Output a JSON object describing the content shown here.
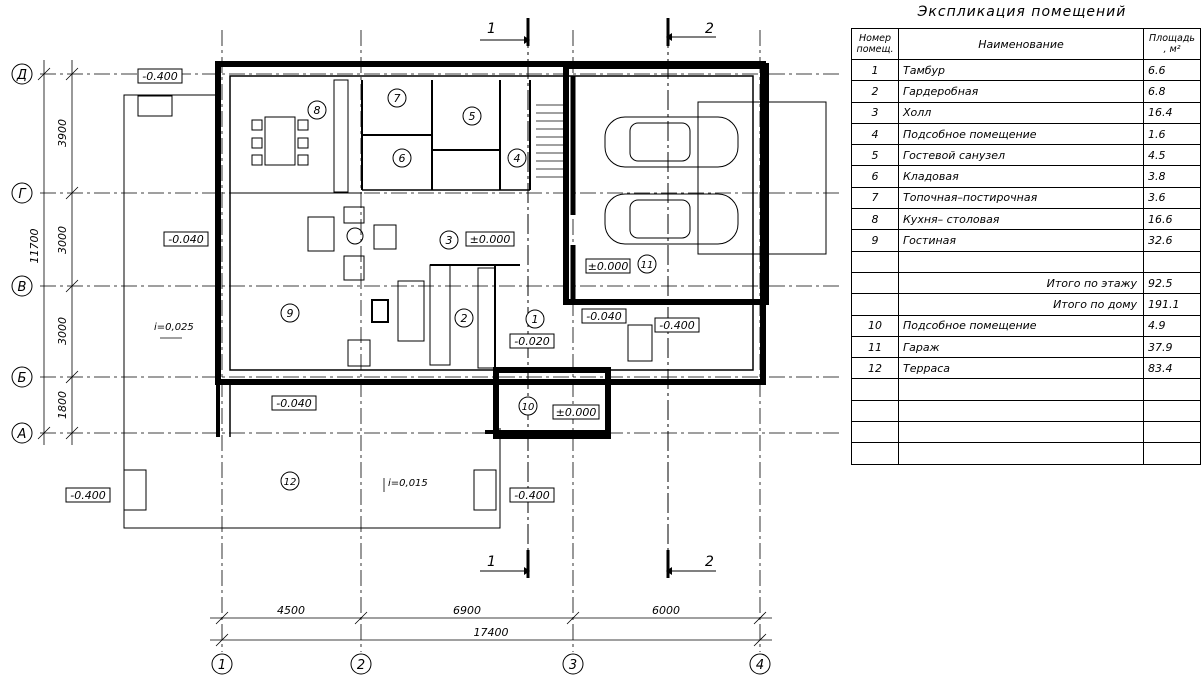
{
  "explication": {
    "title": "Экспликация помещений",
    "headers": {
      "num_l1": "Номер",
      "num_l2": "помещ.",
      "name": "Наименование",
      "area": "Площадь , м²"
    },
    "rows": [
      {
        "num": "1",
        "name": "Тамбур",
        "area": "6.6"
      },
      {
        "num": "2",
        "name": "Гардеробная",
        "area": "6.8"
      },
      {
        "num": "3",
        "name": "Холл",
        "area": "16.4"
      },
      {
        "num": "4",
        "name": "Подсобное помещение",
        "area": "1.6"
      },
      {
        "num": "5",
        "name": "Гостевой санузел",
        "area": "4.5"
      },
      {
        "num": "6",
        "name": "Кладовая",
        "area": "3.8"
      },
      {
        "num": "7",
        "name": "Топочная–постирочная",
        "area": "3.6"
      },
      {
        "num": "8",
        "name": "Кухня– столовая",
        "area": "16.6"
      },
      {
        "num": "9",
        "name": "Гостиная",
        "area": "32.6"
      }
    ],
    "total_floor_label": "Итого по этажу",
    "total_floor": "92.5",
    "total_house_label": "Итого по дому",
    "total_house": "191.1",
    "rows2": [
      {
        "num": "10",
        "name": "Подсобное помещение",
        "area": "4.9"
      },
      {
        "num": "11",
        "name": "Гараж",
        "area": "37.9"
      },
      {
        "num": "12",
        "name": "Терраса",
        "area": "83.4"
      }
    ]
  },
  "plan": {
    "axes_h": [
      "Д",
      "Г",
      "В",
      "Б",
      "А"
    ],
    "axes_v": [
      "1",
      "2",
      "3",
      "4"
    ],
    "dims_v": [
      "3900",
      "3000",
      "3000",
      "1800"
    ],
    "dim_total_v": "11700",
    "dims_h": [
      "4500",
      "6900",
      "6000"
    ],
    "dim_total_h": "17400",
    "section_1": "1",
    "section_2": "2",
    "levels": {
      "l_top": "-0.400",
      "l_left_g": "-0.040",
      "l_hall": "±0.000",
      "l_garage": "±0.000",
      "l_tambur": "-0.020",
      "l_step": "-0.040",
      "l_right": "-0.400",
      "l_bottom": "-0.040",
      "l_room10": "±0.000",
      "l_ter_left": "-0.400",
      "l_ter_right": "-0.400"
    },
    "slope_1": "i=0,025",
    "slope_2": "i=0,015",
    "rooms": [
      "1",
      "2",
      "3",
      "4",
      "5",
      "6",
      "7",
      "8",
      "9",
      "10",
      "11",
      "12"
    ]
  }
}
